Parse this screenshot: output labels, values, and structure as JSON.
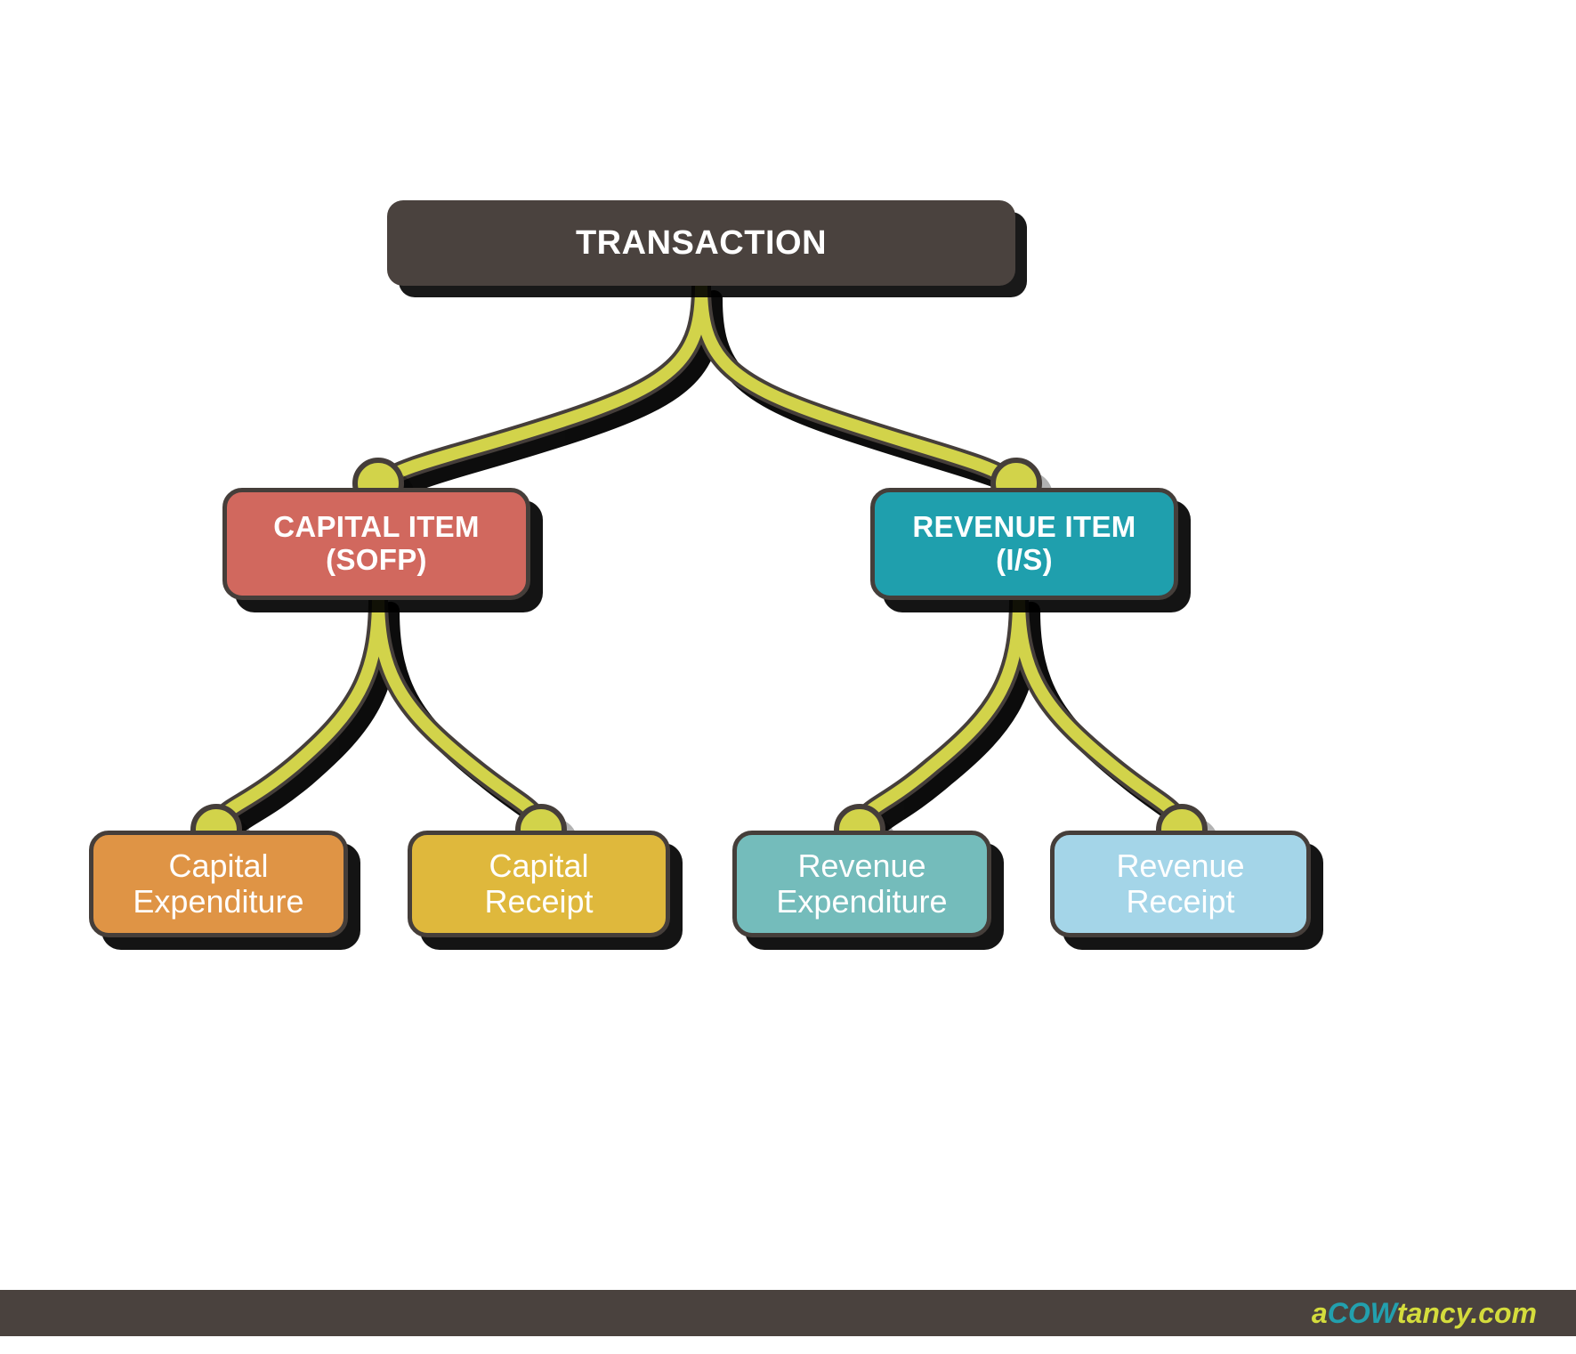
{
  "diagram": {
    "title": "TRANSACTION",
    "root": {
      "id": "transaction",
      "label": "TRANSACTION",
      "color": "#4a423e"
    },
    "level2": [
      {
        "id": "capital-item",
        "line1": "CAPITAL ITEM",
        "line2": "(SOFP)",
        "color": "#d1685e"
      },
      {
        "id": "revenue-item",
        "line1": "REVENUE ITEM",
        "line2": "(I/S)",
        "color": "#1f9fad"
      }
    ],
    "level3": [
      {
        "id": "capital-expenditure",
        "line1": "Capital",
        "line2": "Expenditure",
        "color": "#df9445"
      },
      {
        "id": "capital-receipt",
        "line1": "Capital",
        "line2": "Receipt",
        "color": "#dfb83c"
      },
      {
        "id": "revenue-expenditure",
        "line1": "Revenue",
        "line2": "Expenditure",
        "color": "#74bcbb"
      },
      {
        "id": "revenue-receipt",
        "line1": "Revenue",
        "line2": "Receipt",
        "color": "#a4d5e8"
      }
    ],
    "connector_color": "#d2d34a",
    "connector_outline_color": "#453e3a"
  },
  "footer": {
    "brand_a": "a",
    "brand_cow": "COW",
    "brand_rest": "tancy.com",
    "bar_color": "#4a423e",
    "accent_green": "#d4dc3c",
    "accent_teal": "#22a0ae"
  }
}
